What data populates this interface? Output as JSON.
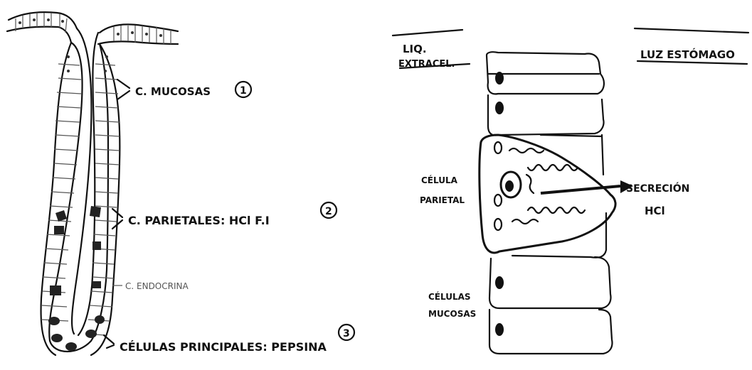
{
  "left_diagram": {
    "labels": {
      "mucosas": "C. MUCOSAS",
      "mucosas_num": "1",
      "parietales": "C. PARIETALES: HCl F.I",
      "parietales_num": "2",
      "endocrina": "C. ENDOCRINA",
      "principales": "CÉLULAS PRINCIPALES: PEPSINA",
      "principales_num": "3"
    }
  },
  "right_diagram": {
    "labels": {
      "liq": "LIQ.",
      "extracel": "EXTRACEL.",
      "luz": "LUZ ESTÓMAGO",
      "celula": "CÉLULA",
      "parietal": "PARIETAL",
      "celulas": "CÉLULAS",
      "mucosas": "MUCOSAS",
      "secrecion": "SECRECIÓN",
      "hcl": "HCl"
    }
  }
}
